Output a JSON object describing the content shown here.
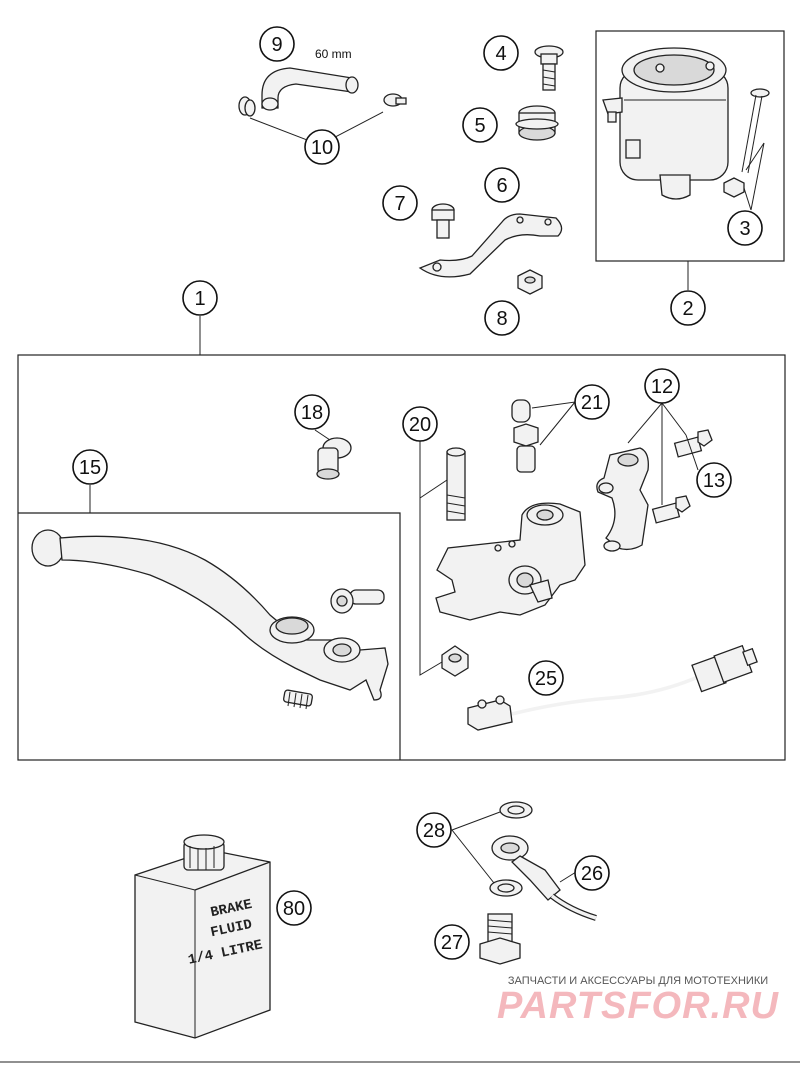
{
  "callouts": {
    "c1": "1",
    "c2": "2",
    "c3": "3",
    "c4": "4",
    "c5": "5",
    "c6": "6",
    "c7": "7",
    "c8": "8",
    "c9": "9",
    "c10": "10",
    "c12": "12",
    "c13": "13",
    "c15": "15",
    "c18": "18",
    "c20": "20",
    "c21": "21",
    "c25": "25",
    "c26": "26",
    "c27": "27",
    "c28": "28",
    "c80": "80"
  },
  "hose_length_label": "60 mm",
  "bottle_label": {
    "line1": "BRAKE",
    "line2": "FLUID",
    "line3": "1/4 LITRE"
  },
  "watermark": {
    "tagline": "ЗАПЧАСТИ И АКСЕССУАРЫ ДЛЯ МОТОТЕХНИКИ",
    "logo": "PARTSFOR.RU"
  },
  "colors": {
    "line": "#222222",
    "part_fill": "#f2f2f2",
    "logo": "#f4b8bd"
  }
}
